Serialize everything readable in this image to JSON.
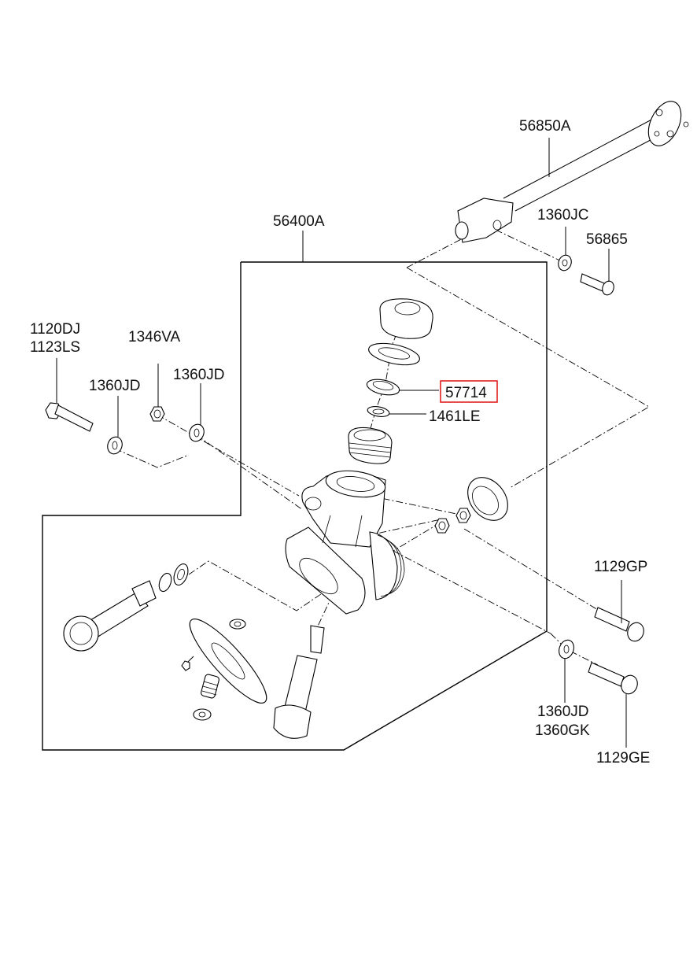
{
  "diagram": {
    "type": "exploded-parts-diagram",
    "subject": "steering gear box assembly",
    "highlight_color": "#e02020",
    "highlighted_part": "57714",
    "labels": {
      "p56850A": "56850A",
      "p1360JC": "1360JC",
      "p56865": "56865",
      "p56400A": "56400A",
      "p1120DJ": "1120DJ",
      "p1123LS": "1123LS",
      "p1346VA": "1346VA",
      "p1360JD_left": "1360JD",
      "p1360JD_mid": "1360JD",
      "p57714": "57714",
      "p1461LE": "1461LE",
      "p1129GP": "1129GP",
      "p1360JD_right": "1360JD",
      "p1360GK": "1360GK",
      "p1129GE": "1129GE"
    }
  }
}
